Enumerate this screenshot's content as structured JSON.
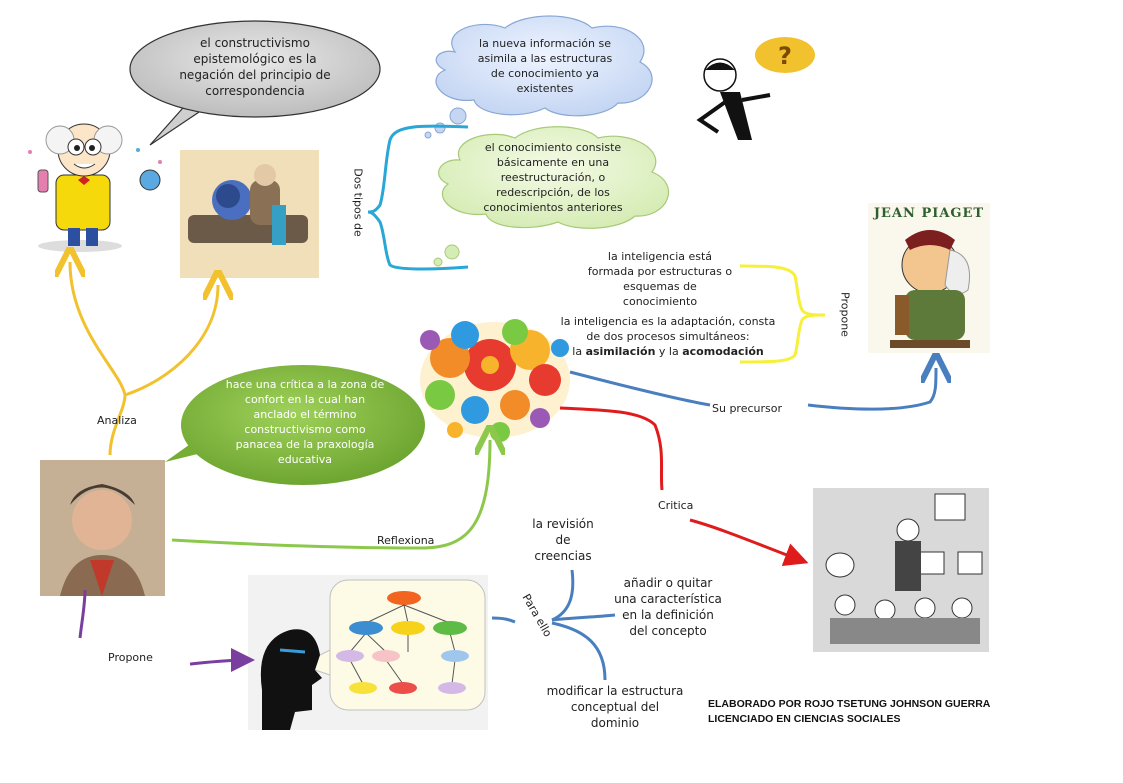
{
  "bubbles": {
    "top_gray": "el constructivismo epistemológico es la negación del principio de correspondencia",
    "cloud_blue": "la nueva información se asimila a las estructuras de conocimiento ya existentes",
    "cloud_green": "el conocimiento consiste básicamente en una reestructuración, o redescripción, de los conocimientos anteriores",
    "green_speech": "hace una crítica a la zona de confort en la cual han anclado el término constructivismo como panacea de la praxología educativa"
  },
  "labels": {
    "dos_tipos": "Dos tipos de",
    "analiza": "Analiza",
    "reflexiona": "Reflexiona",
    "propone_left": "Propone",
    "propone_right": "Propone",
    "su_precursor": "Su precursor",
    "critica": "Critica",
    "para_ello": "Para ello"
  },
  "piaget": {
    "text1": "la inteligencia está formada por estructuras o esquemas de conocimiento",
    "text2_a": "la inteligencia es la adaptación, consta de dos procesos simultáneos:",
    "text2_b_pre": "la",
    "text2_b_asim": "asimilación",
    "text2_b_mid": "y la",
    "text2_b_acom": "acomodación",
    "banner": "JEAN PIAGET"
  },
  "para_ello_items": {
    "revision": "la revisión de creencias",
    "anadir": "añadir o quitar una característica en la definición del concepto",
    "modificar": "modificar la estructura conceptual del dominio"
  },
  "credit": {
    "line1": "ELABORADO POR ROJO TSETUNG JOHNSON GUERRA",
    "line2": "LICENCIADO EN CIENCIAS SOCIALES"
  },
  "colors": {
    "yellow": "#f2c12e",
    "green": "#8cc84b",
    "blue": "#4a7fbf",
    "cyan": "#29a7d6",
    "red": "#e01b1b",
    "purple": "#7a3f9e",
    "piaget_yellow": "#f7f03a"
  }
}
